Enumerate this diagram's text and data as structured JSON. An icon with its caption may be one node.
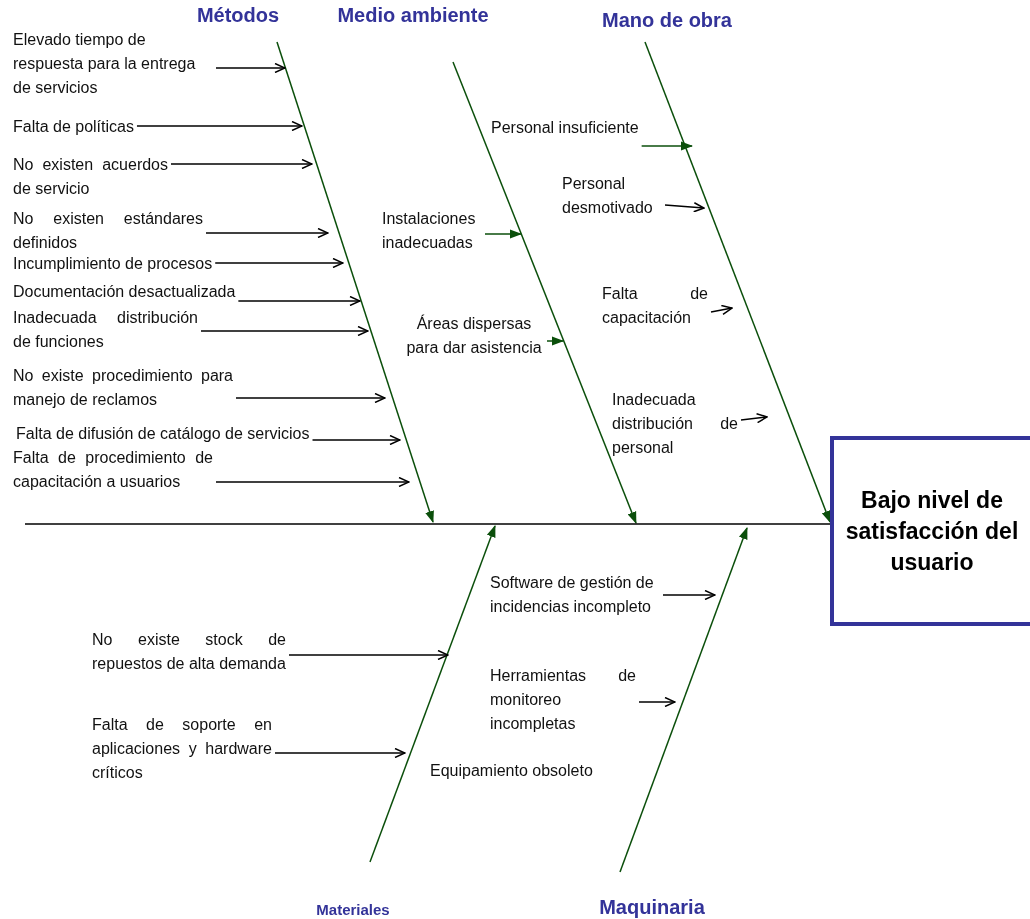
{
  "diagram": {
    "nodes": [
      {
        "text": [
          "Métodos"
        ]
      },
      {
        "text": [
          "Medio ambiente"
        ]
      },
      {
        "text": [
          "Mano de obra"
        ]
      },
      {
        "text": [
          "Elevado tiempo de respuesta para la entrega de servicios"
        ]
      },
      {
        "text": [
          "Falta de políticas"
        ]
      },
      {
        "text": [
          "No existen acuerdos de servicio"
        ]
      },
      {
        "text": [
          "No existen estándares definidos"
        ]
      },
      {
        "text": [
          "Incumplimiento de procesos"
        ]
      },
      {
        "text": [
          "Documentación desactualizada"
        ]
      },
      {
        "text": [
          "Inadecuada distribución de funciones"
        ]
      },
      {
        "text": [
          "No existe procedimiento para manejo de reclamos"
        ]
      },
      {
        "text": [
          "Falta de difusión de catálogo de servicios"
        ]
      },
      {
        "text": [
          "Falta de procedimiento de capacitación a usuarios"
        ]
      },
      {
        "text": [
          "Instalaciones inadecuadas"
        ]
      },
      {
        "text": [
          "Áreas dispersas para dar asistencia"
        ]
      },
      {
        "text": [
          "Personal insuficiente"
        ]
      },
      {
        "text": [
          "Personal desmotivado"
        ]
      },
      {
        "text": [
          "Falta de capacitación"
        ]
      },
      {
        "text": [
          "Inadecuada distribución de personal"
        ]
      },
      {
        "text": [
          "Bajo nivel de satisfacción del usuario"
        ]
      },
      {
        "text": [
          "No existe stock de repuestos de alta demanda"
        ]
      },
      {
        "text": [
          "Falta de soporte en aplicaciones y hardware críticos"
        ]
      },
      {
        "text": [
          "Software de gestión de incidencias incompleto"
        ]
      },
      {
        "text": [
          "Herramientas de monitoreo incompletas"
        ]
      },
      {
        "text": [
          "Materiales"
        ]
      },
      {
        "text": [
          "Maquinaria"
        ]
      }
    ],
    "edges": [
      {
        "from": 0,
        "to": null,
        "arrow": "to",
        "color": "#0b4f0b"
      },
      {
        "from": 1,
        "to": null,
        "arrow": "to",
        "color": "#0b4f0b"
      },
      {
        "from": 2,
        "to": 19,
        "arrow": "to",
        "color": "#0b4f0b"
      },
      {
        "from": 24,
        "to": null,
        "arrow": "to",
        "color": "#0b4f0b"
      },
      {
        "from": 25,
        "to": null,
        "arrow": "to",
        "color": "#0b4f0b"
      },
      {
        "from": null,
        "to": 19,
        "arrow": "none"
      },
      {
        "from": 3,
        "to": null,
        "arrow": "to"
      },
      {
        "from": 4,
        "to": null,
        "arrow": "to"
      },
      {
        "from": 5,
        "to": null,
        "arrow": "to"
      },
      {
        "from": 6,
        "to": null,
        "arrow": "to"
      },
      {
        "from": 7,
        "to": null,
        "arrow": "to"
      },
      {
        "from": 8,
        "to": null,
        "arrow": "to"
      },
      {
        "from": 9,
        "to": null,
        "arrow": "to"
      },
      {
        "from": 10,
        "to": null,
        "arrow": "to"
      },
      {
        "from": 11,
        "to": null,
        "arrow": "to"
      },
      {
        "from": 12,
        "to": null,
        "arrow": "to"
      },
      {
        "from": 13,
        "to": null,
        "arrow": "to",
        "color": "#0b4f0b"
      },
      {
        "from": 14,
        "to": null,
        "arrow": "to",
        "color": "#0b4f0b"
      },
      {
        "from": 15,
        "to": null,
        "arrow": "to",
        "color": "#0b4f0b"
      },
      {
        "from": 16,
        "to": null,
        "arrow": "to"
      },
      {
        "from": 17,
        "to": null,
        "arrow": "to"
      },
      {
        "from": 18,
        "to": null,
        "arrow": "to"
      },
      {
        "from": 20,
        "to": null,
        "arrow": "to"
      },
      {
        "from": 21,
        "to": null,
        "arrow": "to"
      },
      {
        "from": 22,
        "to": null,
        "arrow": "to"
      },
      {
        "from": 23,
        "to": null,
        "arrow": "to"
      }
    ],
    "labels": [
      "Equipamiento obsoleto"
    ]
  }
}
